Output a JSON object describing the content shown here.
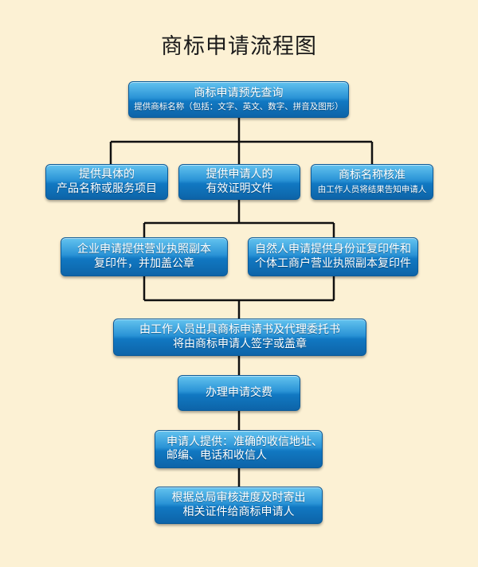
{
  "title": "商标申请流程图",
  "steps": {
    "query": {
      "line1": "商标申请预先查询",
      "line2": "提供商标名称（包括：文字、英文、数字、拼音及图形）"
    },
    "product": {
      "line1": "提供具体的",
      "line2": "产品名称或服务项目"
    },
    "applicant_cert": {
      "line1": "提供申请人的",
      "line2": "有效证明文件"
    },
    "approval": {
      "line1": "商标名称核准",
      "line2": "由工作人员将结果告知申请人"
    },
    "company": {
      "line1": "企业申请提供营业执照副本",
      "line2": "复印件，并加盖公章"
    },
    "person": {
      "line1": "自然人申请提供身份证复印件和",
      "line2": "个体工商户营业执照副本复印件"
    },
    "staff_docs": {
      "line1": "由工作人员出具商标申请书及代理委托书",
      "line2": "将由商标申请人签字或盖章"
    },
    "fee": {
      "line1": "办理申请交费"
    },
    "address": {
      "line1": "申请人提供：准确的收信地址、",
      "line2": "邮编、电话和收信人"
    },
    "mail": {
      "line1": "根据总局审核进度及时寄出",
      "line2": "相关证件给商标申请人"
    }
  },
  "colors": {
    "background": "#fcf1d4",
    "box_top": "#63c3ef",
    "box_bottom": "#0d64a8",
    "connector": "#111111"
  }
}
